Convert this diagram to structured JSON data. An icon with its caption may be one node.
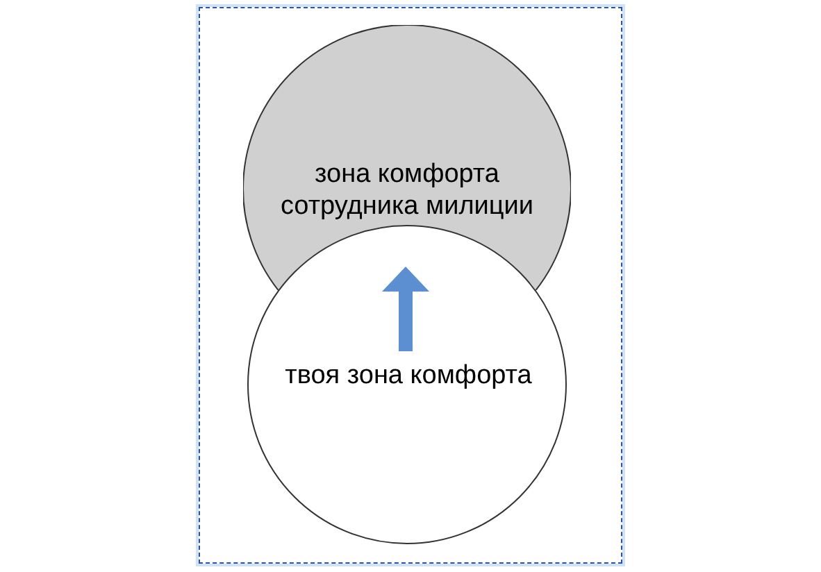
{
  "diagram": {
    "nodes": [
      {
        "text": [
          "зона комфорта сотрудника милиции"
        ]
      },
      {
        "text": [
          "твоя зона комфорта"
        ]
      }
    ],
    "edges": [
      {
        "from": 1,
        "to": 0,
        "arrow": "to"
      }
    ]
  }
}
